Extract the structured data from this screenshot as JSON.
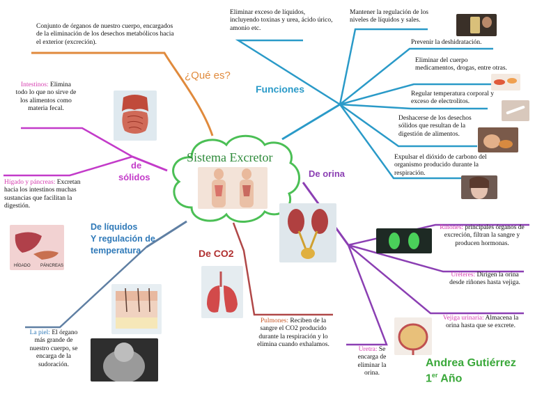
{
  "center": {
    "title": "Sistema Excretor"
  },
  "branches": {
    "que_es": "¿Qué es?",
    "funciones": "Funciones",
    "solidos_1": "de",
    "solidos_2": "sólidos",
    "orina": "De orina",
    "liquidos_1": "De líquidos",
    "liquidos_2": "Y regulación de",
    "liquidos_3": "temperatura",
    "co2": "De CO2"
  },
  "que_es_text": "Conjunto de órganos de nuestro cuerpo, encargados de la eliminación de los desechos metabólicos hacia el exterior (excreción).",
  "funciones": [
    "Eliminar exceso de líquidos, incluyendo toxinas y urea, ácido úrico, amonio etc.",
    "Mantener la regulación de los niveles de líquidos y sales.",
    "Prevenir la deshidratación.",
    "Eliminar del cuerpo medicamentos, drogas, entre otras.",
    "Regular temperatura corporal y exceso de electrolitos.",
    "Deshacerse de los desechos sólidos que resultan de la digestión de alimentos.",
    "Expulsar el dióxido de carbono del organismo producido durante la respiración."
  ],
  "solidos": {
    "intestinos_label": "Intestinos:",
    "intestinos_text": "Elimina todo lo que no sirve de los alimentos como materia fecal.",
    "higado_label": "Hígado y páncreas:",
    "higado_text": "Excretan hacia los intestinos muchas sustancias que facilitan la digestión.",
    "img_higado": "HÍGADO",
    "img_pancreas": "PÁNCREAS"
  },
  "orina": {
    "rinones_label": "Riñones:",
    "rinones_text": "principales órganos de excreción, filtran la sangre y producen hormonas.",
    "ureteres_label": "Uréteres:",
    "ureteres_text": "Dirigen la orina desde riñones hasta vejiga.",
    "vejiga_label": "Vejiga urinaria:",
    "vejiga_text": "Almacena la orina hasta que se excrete.",
    "uretra_label": "Uretra:",
    "uretra_text": "Se encarga de eliminar la orina."
  },
  "liquidos": {
    "piel_label": "La piel:",
    "piel_text": "El órgano más grande de nuestro cuerpo, se encarga de la sudoración."
  },
  "co2": {
    "pulmones_label": "Pulmones:",
    "pulmones_text": "Reciben de la sangre el CO2 producido durante la respiración y lo elimina cuando exhalamos."
  },
  "author": {
    "name": "Andrea Gutiérrez",
    "grade_num": "1",
    "grade_sup": "er",
    "grade_word": "Año"
  },
  "colors": {
    "orange": "#e08a3c",
    "blue": "#2a9ac8",
    "magenta": "#c33bc9",
    "purple": "#8b3fb3",
    "steel": "#5f7fa3",
    "red": "#b04848",
    "cloud": "#4bbf55",
    "author": "#3aa83a"
  }
}
